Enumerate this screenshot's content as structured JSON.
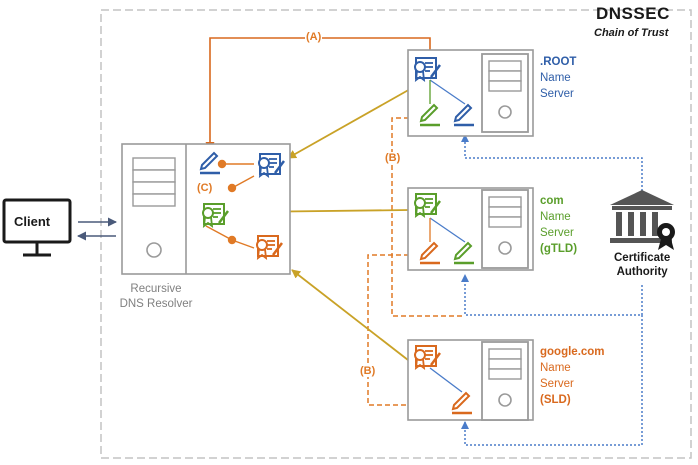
{
  "title": "DNSSEC",
  "subtitle": "Chain of Trust",
  "client": {
    "label": "Client"
  },
  "resolver": {
    "line1": "Recursive",
    "line2": "DNS Resolver"
  },
  "root_server": {
    "name": ".ROOT",
    "line2": "Name",
    "line3": "Server"
  },
  "com_server": {
    "name": "com",
    "line2": "Name",
    "line3": "Server",
    "line4": "(gTLD)"
  },
  "google_server": {
    "name": "google.com",
    "line2": "Name",
    "line3": "Server",
    "line4": "(SLD)"
  },
  "certificate_authority": {
    "line1": "Certificate",
    "line2": "Authority"
  },
  "steps": {
    "a": "(A)",
    "b": "(B)",
    "c": "(C)"
  },
  "colors": {
    "root": "#2f5ea8",
    "com": "#5a9e2b",
    "google": "#d9691e",
    "arrow_gold": "#c9a227",
    "ca_dotted": "#4a7cc9",
    "frame": "#b5b5b5"
  }
}
